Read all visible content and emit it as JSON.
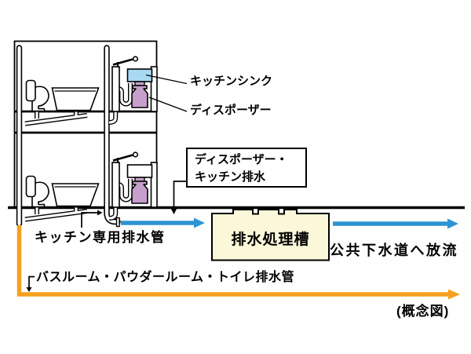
{
  "diagram": {
    "labels": {
      "kitchen_sink": "キッチンシンク",
      "disposer": "ディスポーザー",
      "drain_box_line1": "ディスポーザー・",
      "drain_box_line2": "キッチン排水",
      "treatment_tank": "排水処理槽",
      "to_public_sewer": "公共下水道へ放流",
      "kitchen_only_drain_pipe": "キッチン専用排水管",
      "bath_powder_toilet_drain_pipe": "バスルーム・パウダールーム・トイレ排水管",
      "caption": "(概念図)"
    },
    "colors": {
      "kitchen_flow": "#2E93D3",
      "bath_flow": "#F5A01E",
      "sink_water": "#A9D9F2",
      "disposer_body": "#C69FCC",
      "tank_fill": "#FBF7D9",
      "line": "#000000"
    }
  }
}
